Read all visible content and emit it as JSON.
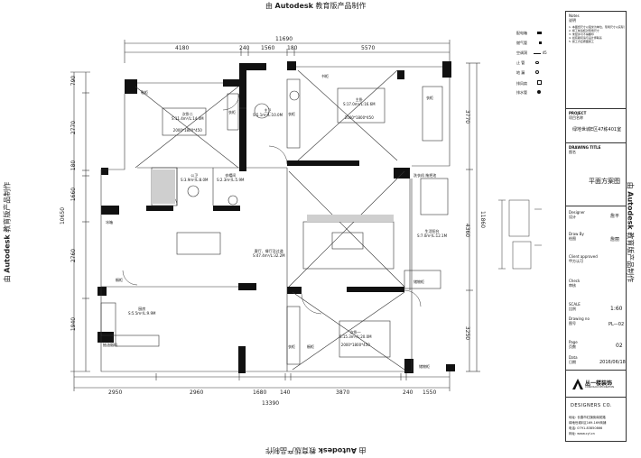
{
  "watermark": {
    "prefix": "由",
    "brand": "Autodesk",
    "suffix": "教育版产品制作"
  },
  "dimensions": {
    "top_total": "11690",
    "top_segments": [
      "4180",
      "240",
      "1560",
      "180",
      "5570"
    ],
    "bottom_segments": [
      "2950",
      "2960",
      "1680",
      "140",
      "3870",
      "240",
      "1550"
    ],
    "bottom_total": "13390",
    "left_total": "10650",
    "left_segments": [
      "790",
      "2770",
      "180",
      "1660",
      "2760",
      "1940"
    ],
    "right_total": "11860",
    "right_segments": [
      "3770",
      "4360",
      "3250"
    ]
  },
  "rooms": [
    {
      "name": "次卧二",
      "area": "S:11.4m²/L:14.0M",
      "bed": "2000*1800*450"
    },
    {
      "name": "主卫",
      "area": "S:5.1m²/L:10.0M"
    },
    {
      "name": "主卧",
      "area": "S:17.0m²/L:16.6M",
      "bed": "2000*1800*450"
    },
    {
      "name": "公卫",
      "area": "S:3.9m²/L:8.0M"
    },
    {
      "name": "衣帽间",
      "area": "S:2.3m²/L:5.9M"
    },
    {
      "name": "客厅、餐厅及过道",
      "area": "S:47.4m²/L:32.2M"
    },
    {
      "name": "生活阳台",
      "area": "S:7.0m²/L:12.1M"
    },
    {
      "name": "厨房",
      "area": "S:5.5m²/L:9.9M"
    },
    {
      "name": "次卧一",
      "area": "S:15.3m²/L:20.0M",
      "bed": "2000*1800*450"
    }
  ],
  "labels": {
    "wardrobe": "衣柜",
    "cabinet": "橱柜",
    "storage_cabinet": "储物柜",
    "fridge": "冰箱",
    "washer": "洗衣机",
    "laundry": "洗衣机 拖把池",
    "shoe_cabinet": "鞋柜",
    "desk": "书柜",
    "fridge_space": "抽油烟机"
  },
  "legend": {
    "items": [
      {
        "label": "配电箱"
      },
      {
        "label": "燃气管"
      },
      {
        "label": "空调洞",
        "extra": "45"
      },
      {
        "label": "止  管"
      },
      {
        "label": "地  漏"
      },
      {
        "label": "排风扇"
      },
      {
        "label": "排水管"
      }
    ]
  },
  "title_block": {
    "notes_label": "Notes",
    "notes_sub": "说明",
    "notes_lines": [
      "1. 本图纸尺寸以毫米为单位，现场尺寸以实际为准",
      "2. 施工前请核对现场尺寸",
      "3. 未经许可不得翻印",
      "4. 如有疑问请与设计师联系",
      "5. 施工方应按图施工"
    ],
    "project_label": "PROJECT",
    "project_sub": "项目名称",
    "project_name": "绿地世城E区47栋401室",
    "drawing_title_label": "DRAWING  TITLE",
    "drawing_title_sub": "图名",
    "drawing_title": "平面方案图",
    "designer_label": "Designer",
    "designer_sub": "设计",
    "designer": "詹平",
    "drawn_label": "Draw By",
    "drawn_sub": "绘图",
    "drawn": "詹丽",
    "client_label": "Client approved",
    "client_sub": "甲方认可",
    "check_label": "Check",
    "check_sub": "审核",
    "scale_label": "SCALE",
    "scale_sub": "比例",
    "scale": "1:60",
    "drawing_no_label": "Drawing  no",
    "drawing_no_sub": "图号",
    "drawing_no": "PL—02",
    "page_label": "Page",
    "page_sub": "页数",
    "page": "02",
    "date_label": "Data",
    "date_sub": "日期",
    "date": "2016/06/18",
    "company_name": "丛一楼装饰",
    "company_en": "CONGYILOU DECORATION",
    "company_footer": "DESIGNERS  CO.",
    "address": "地址: 长春市红旗街南苑路",
    "address2": "绿地世城E区169-169商铺",
    "phone": "电话: 0791-83850866",
    "web": "网址: www.cyl.cn"
  }
}
